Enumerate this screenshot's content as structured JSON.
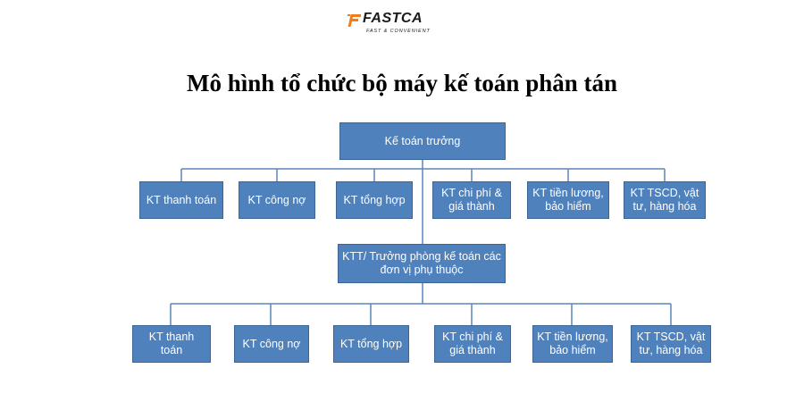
{
  "logo": {
    "name": "FASTCA",
    "tagline": "FAST & CONVENIENT",
    "accent_color": "#f07c1d"
  },
  "title": "Mô hình tổ chức bộ máy kế toán phân tán",
  "box_color": "#4f81bd",
  "root": {
    "label": "Kế toán trưởng"
  },
  "level1": [
    {
      "label": "KT thanh toán"
    },
    {
      "label": "KT công nợ"
    },
    {
      "label": "KT tổng hợp"
    },
    {
      "label": "KT chi phí & giá thành"
    },
    {
      "label": "KT tiền lương, bảo hiểm"
    },
    {
      "label": "KT TSCD, vật tư, hàng hóa"
    }
  ],
  "sub_head": {
    "label": "KTT/ Trưởng phòng kế toán các đơn vị phụ thuộc"
  },
  "level2": [
    {
      "label": "KT thanh toán"
    },
    {
      "label": "KT công nợ"
    },
    {
      "label": "KT tổng hợp"
    },
    {
      "label": "KT chi phí & giá thành"
    },
    {
      "label": "KT tiền lương, bảo hiểm"
    },
    {
      "label": "KT TSCD, vật tư, hàng hóa"
    }
  ]
}
